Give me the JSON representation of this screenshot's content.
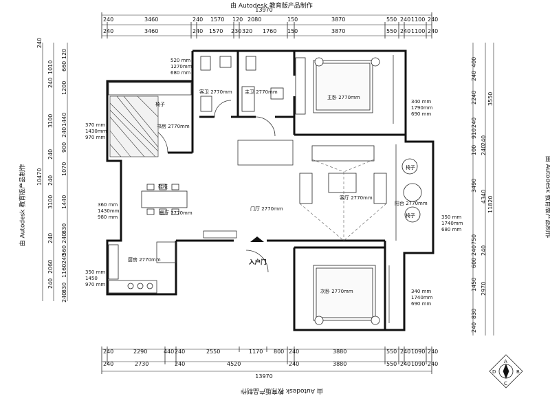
{
  "watermark": "由 Autodesk 教育版产品制作",
  "dims": {
    "top_total": "13970",
    "top_row1": [
      "240",
      "3460",
      "240",
      "1570",
      "120",
      "2080",
      "150",
      "3870",
      "550",
      "240",
      "1100",
      "240"
    ],
    "top_row2": [
      "240",
      "3460",
      "240",
      "1570",
      "230",
      "320",
      "1760",
      "150",
      "3870",
      "550",
      "240",
      "1100",
      "240"
    ],
    "bottom_row1": [
      "240",
      "2290",
      "440",
      "240",
      "2550",
      "1170",
      "800",
      "240",
      "3880",
      "550",
      "240",
      "1090",
      "240"
    ],
    "bottom_row2": [
      "240",
      "2730",
      "240",
      "4520",
      "240",
      "3880",
      "550",
      "240",
      "1090",
      "240"
    ],
    "bottom_total": "13970",
    "left_row1": [
      "240",
      "1010",
      "660",
      "120",
      "1200",
      "240",
      "3100",
      "1440",
      "240",
      "900",
      "240",
      "1070",
      "240",
      "3100",
      "1440",
      "240",
      "830",
      "240",
      "560",
      "240",
      "2060",
      "1160",
      "240",
      "830",
      "240"
    ],
    "left_total": "10470",
    "right_row1": [
      "400",
      "240",
      "2240",
      "240",
      "910",
      "240",
      "100",
      "3490",
      "240",
      "4340",
      "750",
      "240",
      "600",
      "1450",
      "240",
      "2970",
      "830",
      "240"
    ],
    "right_totals": [
      "3550",
      "11820"
    ]
  },
  "rooms": {
    "guest_bath": "客卫 2770mm",
    "master_bath": "主卫 2770mm",
    "master_bed": "主卧 2770mm",
    "study": "书房 2770mm",
    "dining": "餐厅 2770mm",
    "foyer": "门厅 2770mm",
    "living": "客厅 2770mm",
    "balcony": "阳台 2770mm",
    "kitchen": "厨房 2770mm",
    "second_bed": "次卧 2770mm",
    "entrance": "入户门"
  },
  "notes": {
    "bath_sizes": [
      "520 mm",
      "1270mm",
      "680 mm"
    ],
    "study_sizes": [
      "370 mm",
      "1430mm",
      "970 mm"
    ],
    "master_sizes": [
      "340 mm",
      "1790mm",
      "690 mm"
    ],
    "dining_sizes": [
      "360 mm",
      "1430mm",
      "980 mm"
    ],
    "balcony_sizes": [
      "350 mm",
      "1740mm",
      "680 mm"
    ],
    "kitchen_sizes": [
      "350 mm",
      "1450",
      "970 mm"
    ],
    "second_sizes": [
      "340 mm",
      "1740mm",
      "690 mm"
    ],
    "chair": "椅子",
    "shoe_cabinet": "鞋柜",
    "compass": [
      "D",
      "A",
      "C",
      "B"
    ]
  }
}
